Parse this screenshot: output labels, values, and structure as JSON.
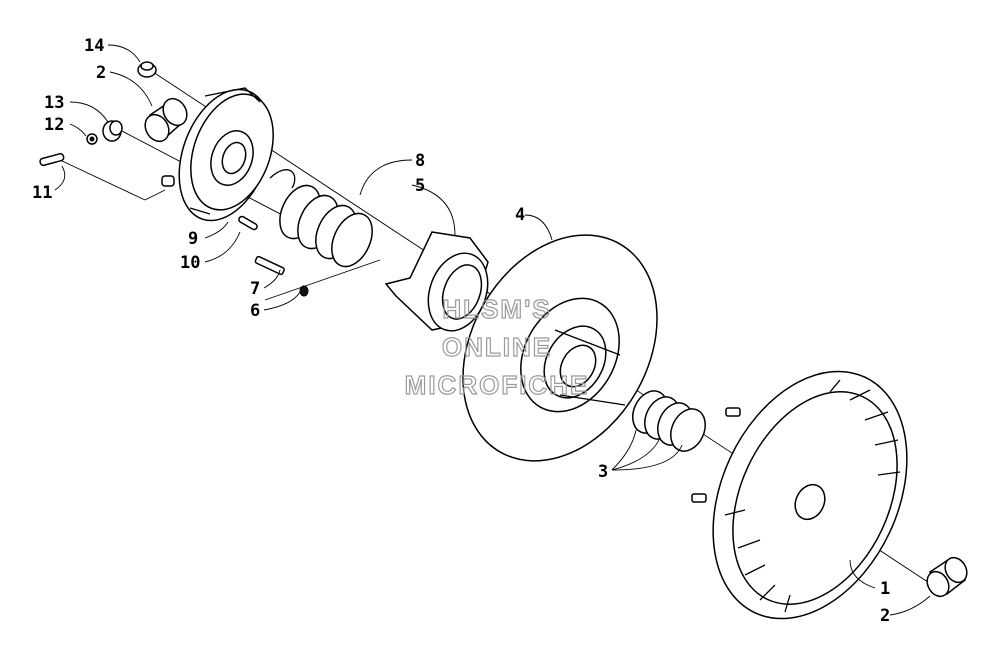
{
  "diagram": {
    "callouts": [
      {
        "id": "c14",
        "label": "14"
      },
      {
        "id": "c2a",
        "label": "2"
      },
      {
        "id": "c13",
        "label": "13"
      },
      {
        "id": "c12",
        "label": "12"
      },
      {
        "id": "c11",
        "label": "11"
      },
      {
        "id": "c9",
        "label": "9"
      },
      {
        "id": "c10",
        "label": "10"
      },
      {
        "id": "c8",
        "label": "8"
      },
      {
        "id": "c5",
        "label": "5"
      },
      {
        "id": "c7",
        "label": "7"
      },
      {
        "id": "c6",
        "label": "6"
      },
      {
        "id": "c4",
        "label": "4"
      },
      {
        "id": "c3",
        "label": "3"
      },
      {
        "id": "c1",
        "label": "1"
      },
      {
        "id": "c2b",
        "label": "2"
      }
    ],
    "watermark": [
      "HLSM'S",
      "ONLINE",
      "MICROFICHE"
    ]
  }
}
